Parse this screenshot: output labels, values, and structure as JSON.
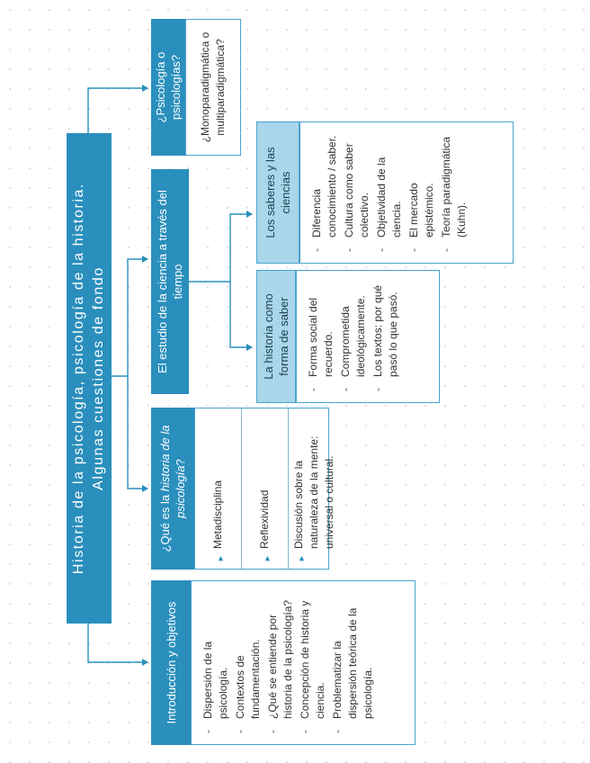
{
  "diagram": {
    "title_line1": "Historia de la psicología, psicología de la historia.",
    "title_line2": "Algunas cuestiones de fondo",
    "intro": {
      "header": "Introducción y objetivos",
      "items": [
        "Dispersión de la psicología.",
        "Contextos de fundamentación.",
        "¿Qué se entiende por historia de la psicología?",
        "Concepción de historia y ciencia.",
        "Problematizar la dispersión teórica de la psicología."
      ]
    },
    "que_es": {
      "header_pre": "¿Qué es la ",
      "header_em": "historia de la psicología",
      "header_post": "?",
      "items": [
        "Metadisciplina",
        "Reflexividad",
        "Discusión sobre la naturaleza de la mente: universal o cultural."
      ]
    },
    "estudio": {
      "header": "El estudio de la ciencia a través del tiempo",
      "historia": {
        "header": "La historia como forma de saber",
        "items": [
          "Forma social del recuerdo.",
          "Comprometida ideológicamente.",
          "Los textos: por qué pasó lo que pasó."
        ]
      },
      "saberes": {
        "header": "Los saberes y las ciencias",
        "items": [
          "Diferencia conocimiento / saber.",
          "Cultura como saber colectivo.",
          "Objetividad de la ciencia.",
          "El mercado epistémico.",
          "Teoría paradigmática (Kuhn)."
        ]
      }
    },
    "psicologia": {
      "header": "¿Psicología o psicologías?",
      "body": "¿Monoparadigmática o multiparadigmática?"
    }
  },
  "colors": {
    "primary": "#2a8fbd",
    "light": "#a9d6ea",
    "border": "#4aa3cd",
    "text": "#333333"
  }
}
